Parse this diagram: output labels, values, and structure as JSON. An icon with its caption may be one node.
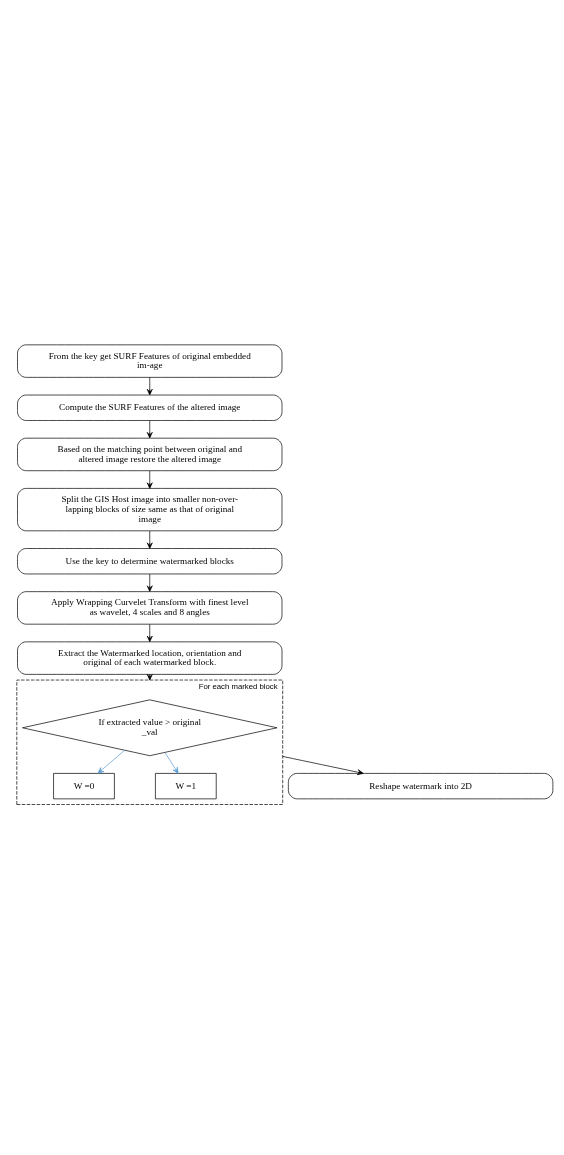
{
  "diagram": {
    "nodes": [
      {
        "text": [
          "From the key get SURF Features of original embedded im-age"
        ]
      },
      {
        "text": [
          "Compute the SURF Features of the altered image"
        ]
      },
      {
        "text": [
          "Based on the matching point between original and altered image restore the altered image"
        ]
      },
      {
        "text": [
          "Split the GIS Host image into smaller non-over-lapping blocks of size same as that of original image"
        ]
      },
      {
        "text": [
          "Use the key to determine watermarked blocks"
        ]
      },
      {
        "text": [
          "Apply Wrapping Curvelet Transform with finest level as wavelet, 4 scales and 8 angles"
        ]
      },
      {
        "text": [
          "Extract the Watermarked location, orientation and original of each watermarked block."
        ]
      },
      {
        "text": [
          "For each marked block"
        ]
      },
      {
        "text": [
          "If extracted value > original _val"
        ],
        "in": 7
      },
      {
        "text": [
          "W =0"
        ],
        "in": 7
      },
      {
        "text": [
          "W =1"
        ],
        "in": 7
      },
      {
        "text": [
          "Reshape watermark into 2D"
        ]
      }
    ],
    "edges": [
      {
        "from": 0,
        "to": 1,
        "arrow": "to"
      },
      {
        "from": 1,
        "to": 2,
        "arrow": "to"
      },
      {
        "from": 2,
        "to": 3,
        "arrow": "to"
      },
      {
        "from": 3,
        "to": 4,
        "arrow": "to"
      },
      {
        "from": 4,
        "to": 5,
        "arrow": "to"
      },
      {
        "from": 5,
        "to": 6,
        "arrow": "to"
      },
      {
        "from": 6,
        "to": 7,
        "arrow": "to"
      },
      {
        "from": 8,
        "to": 9,
        "arrow": "to",
        "color": "#5b9bd5"
      },
      {
        "from": 8,
        "to": 10,
        "arrow": "to",
        "color": "#5b9bd5"
      },
      {
        "from": 7,
        "to": 11,
        "arrow": "to"
      }
    ]
  }
}
